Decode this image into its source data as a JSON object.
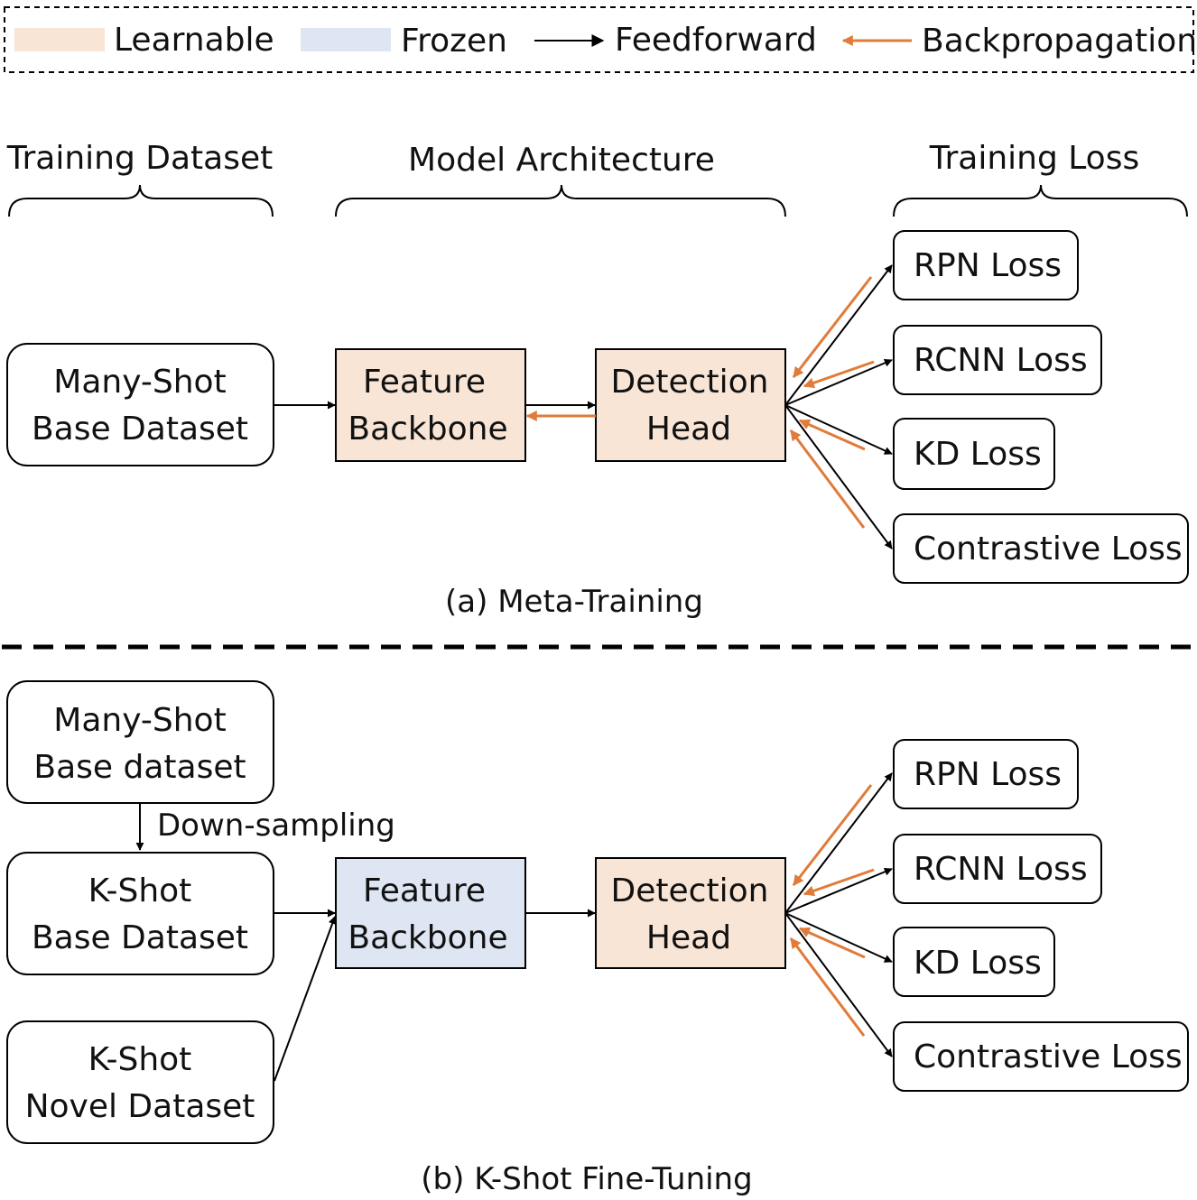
{
  "colors": {
    "learnable": "#f8e5d6",
    "frozen": "#dde6f2",
    "feedforward": "#000000",
    "backprop": "#e07b39",
    "border": "#000000"
  },
  "legend": {
    "learnable": "Learnable",
    "frozen": "Frozen",
    "feedforward": "Feedforward",
    "backprop": "Backpropagation"
  },
  "headers": {
    "dataset": "Training Dataset",
    "model": "Model Architecture",
    "loss": "Training Loss"
  },
  "meta": {
    "dataset": {
      "line1": "Many-Shot",
      "line2": "Base Dataset"
    },
    "backbone": {
      "line1": "Feature",
      "line2": "Backbone"
    },
    "head": {
      "line1": "Detection",
      "line2": "Head"
    },
    "losses": [
      "RPN Loss",
      "RCNN Loss",
      "KD Loss",
      "Contrastive Loss"
    ],
    "caption": "(a) Meta-Training"
  },
  "finetune": {
    "many_shot": {
      "line1": "Many-Shot",
      "line2": "Base dataset"
    },
    "down_sampling": "Down-sampling",
    "k_base": {
      "line1": "K-Shot",
      "line2": "Base Dataset"
    },
    "k_novel": {
      "line1": "K-Shot",
      "line2": "Novel Dataset"
    },
    "backbone": {
      "line1": "Feature",
      "line2": "Backbone"
    },
    "head": {
      "line1": "Detection",
      "line2": "Head"
    },
    "losses": [
      "RPN Loss",
      "RCNN Loss",
      "KD Loss",
      "Contrastive Loss"
    ],
    "caption": "(b) K-Shot Fine-Tuning"
  }
}
